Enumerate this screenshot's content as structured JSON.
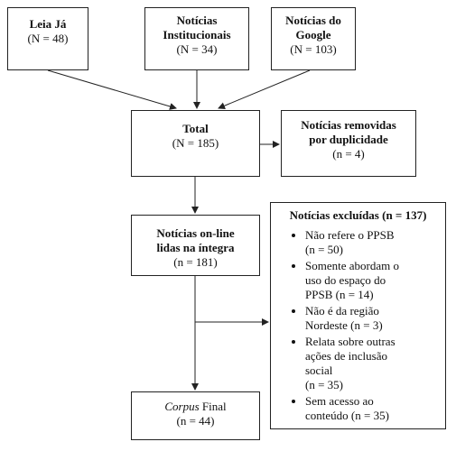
{
  "boxes": {
    "leia_ja": {
      "title": "Leia Já",
      "n": "(N = 48)"
    },
    "institucionais": {
      "title_line1": "Notícias",
      "title_line2": "Institucionais",
      "n": "(N = 34)"
    },
    "google": {
      "title_line1": "Notícias do",
      "title_line2": "Google",
      "n": "(N = 103)"
    },
    "total": {
      "title": "Total",
      "n": "(N = 185)"
    },
    "removidas": {
      "title_line1": "Notícias removidas",
      "title_line2": "por duplicidade",
      "n": "(n = 4)"
    },
    "online": {
      "title_line1": "Notícias on-line",
      "title_line2": "lidas na íntegra",
      "n": "(n = 181)"
    },
    "excluidas": {
      "title": "Notícias excluídas (n = 137)",
      "items": [
        {
          "line1": "Não refere o PPSB",
          "line2": "(n = 50)"
        },
        {
          "line1": "Somente abordam o",
          "line2": "uso do espaço do",
          "line3": "PPSB (n = 14)"
        },
        {
          "line1": "Não é da região",
          "line2": "Nordeste (n = 3)"
        },
        {
          "line1": "Relata sobre outras",
          "line2": "ações de inclusão",
          "line3": "social",
          "line4": "(n = 35)"
        },
        {
          "line1": "Sem acesso ao",
          "line2": "conteúdo (n = 35)"
        }
      ]
    },
    "corpus": {
      "title_italic": "Corpus",
      "title_rest": " Final",
      "n": "(n = 44)"
    }
  }
}
